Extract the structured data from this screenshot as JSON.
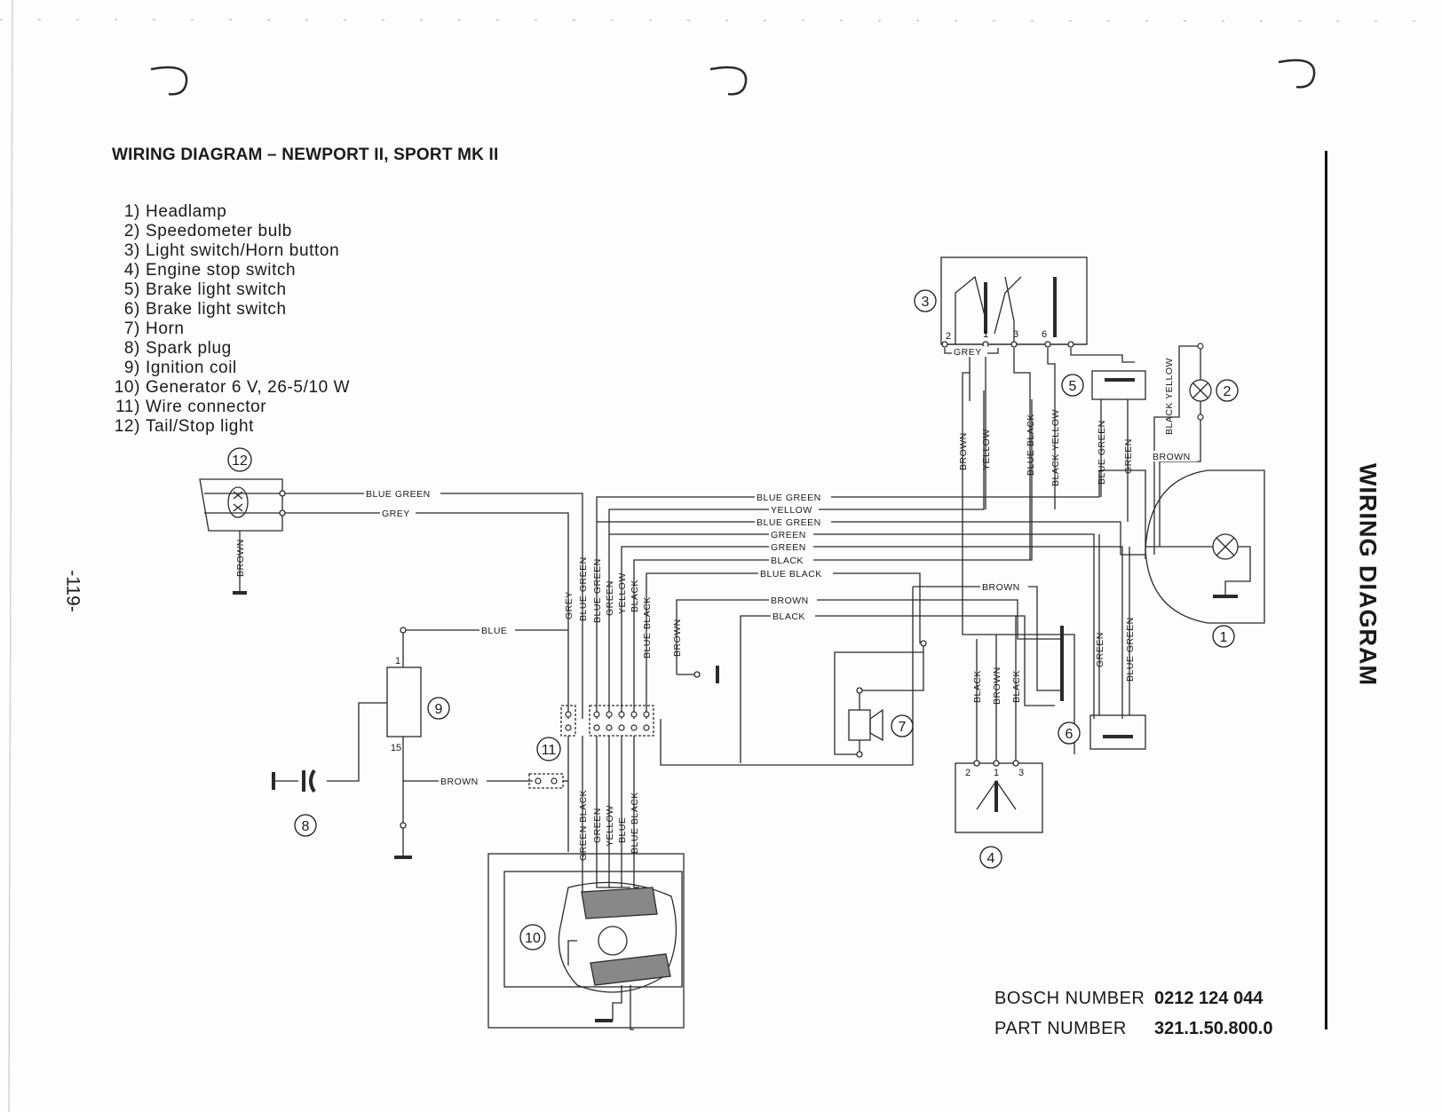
{
  "title": "WIRING DIAGRAM – NEWPORT II, SPORT MK II",
  "legend": [
    {
      "num": "1)",
      "label": "Headlamp"
    },
    {
      "num": "2)",
      "label": "Speedometer bulb"
    },
    {
      "num": "3)",
      "label": "Light switch/Horn button"
    },
    {
      "num": "4)",
      "label": "Engine stop switch"
    },
    {
      "num": "5)",
      "label": "Brake light switch"
    },
    {
      "num": "6)",
      "label": "Brake light switch"
    },
    {
      "num": "7)",
      "label": "Horn"
    },
    {
      "num": "8)",
      "label": "Spark plug"
    },
    {
      "num": "9)",
      "label": "Ignition coil"
    },
    {
      "num": "10)",
      "label": "Generator 6 V, 26-5/10 W"
    },
    {
      "num": "11)",
      "label": "Wire connector"
    },
    {
      "num": "12)",
      "label": "Tail/Stop light"
    }
  ],
  "page_number": "-119-",
  "side_title": "WIRING DIAGRAM",
  "bosch": {
    "label": "BOSCH NUMBER",
    "value": "0212 124 044"
  },
  "part": {
    "label": "PART NUMBER",
    "value": "321.1.50.800.0"
  },
  "components": {
    "c1": "1",
    "c2": "2",
    "c3": "3",
    "c4": "4",
    "c5": "5",
    "c6": "6",
    "c7": "7",
    "c8": "8",
    "c9": "9",
    "c10": "10",
    "c11": "11",
    "c12": "12"
  },
  "pins": {
    "sw3_2": "2",
    "sw3_1": "1",
    "sw3_3": "3",
    "sw3_6": "6",
    "sw4_2": "2",
    "sw4_1": "1",
    "sw4_3": "3",
    "coil_1": "1",
    "coil_15": "15"
  },
  "wire_labels": {
    "tail_blue_green": "BLUE GREEN",
    "tail_grey": "GREY",
    "tail_brown": "BROWN",
    "h_blue_green_1": "BLUE GREEN",
    "h_yellow": "YELLOW",
    "h_blue_green_2": "BLUE GREEN",
    "h_green_1": "GREEN",
    "h_green_2": "GREEN",
    "h_black": "BLACK",
    "h_blue_black": "BLUE BLACK",
    "h_brown_1": "BROWN",
    "h_brown_2": "BROWN",
    "h_black_2": "BLACK",
    "coil_blue": "BLUE",
    "coil_brown": "BROWN",
    "sw_grey": "GREY",
    "sw_brown": "BROWN",
    "sw_yellow": "YELLOW",
    "sw_blue_black": "BLUE BLACK",
    "sw_black_yellow": "BLACK YELLOW",
    "sw_blue_green": "BLUE GREEN",
    "sw_green": "GREEN",
    "speedo_black_yellow": "BLACK YELLOW",
    "speedo_brown": "BROWN",
    "v_grey": "GREY",
    "v_blue_green_1": "BLUE GREEN",
    "v_blue_green_2": "BLUE GREEN",
    "v_green": "GREEN",
    "v_yellow": "YELLOW",
    "v_black": "BLACK",
    "v_blue_black": "BLUE BLACK",
    "v_brown_horn": "BROWN",
    "gen_green_black": "GREEN BLACK",
    "gen_green": "GREEN",
    "gen_yellow": "YELLOW",
    "gen_blue": "BLUE",
    "gen_blue_black": "BLUE BLACK",
    "stop_black": "BLACK",
    "stop_brown": "BROWN",
    "stop_black_2": "BLACK",
    "br6_green": "GREEN",
    "br6_blue_green": "BLUE GREEN"
  }
}
